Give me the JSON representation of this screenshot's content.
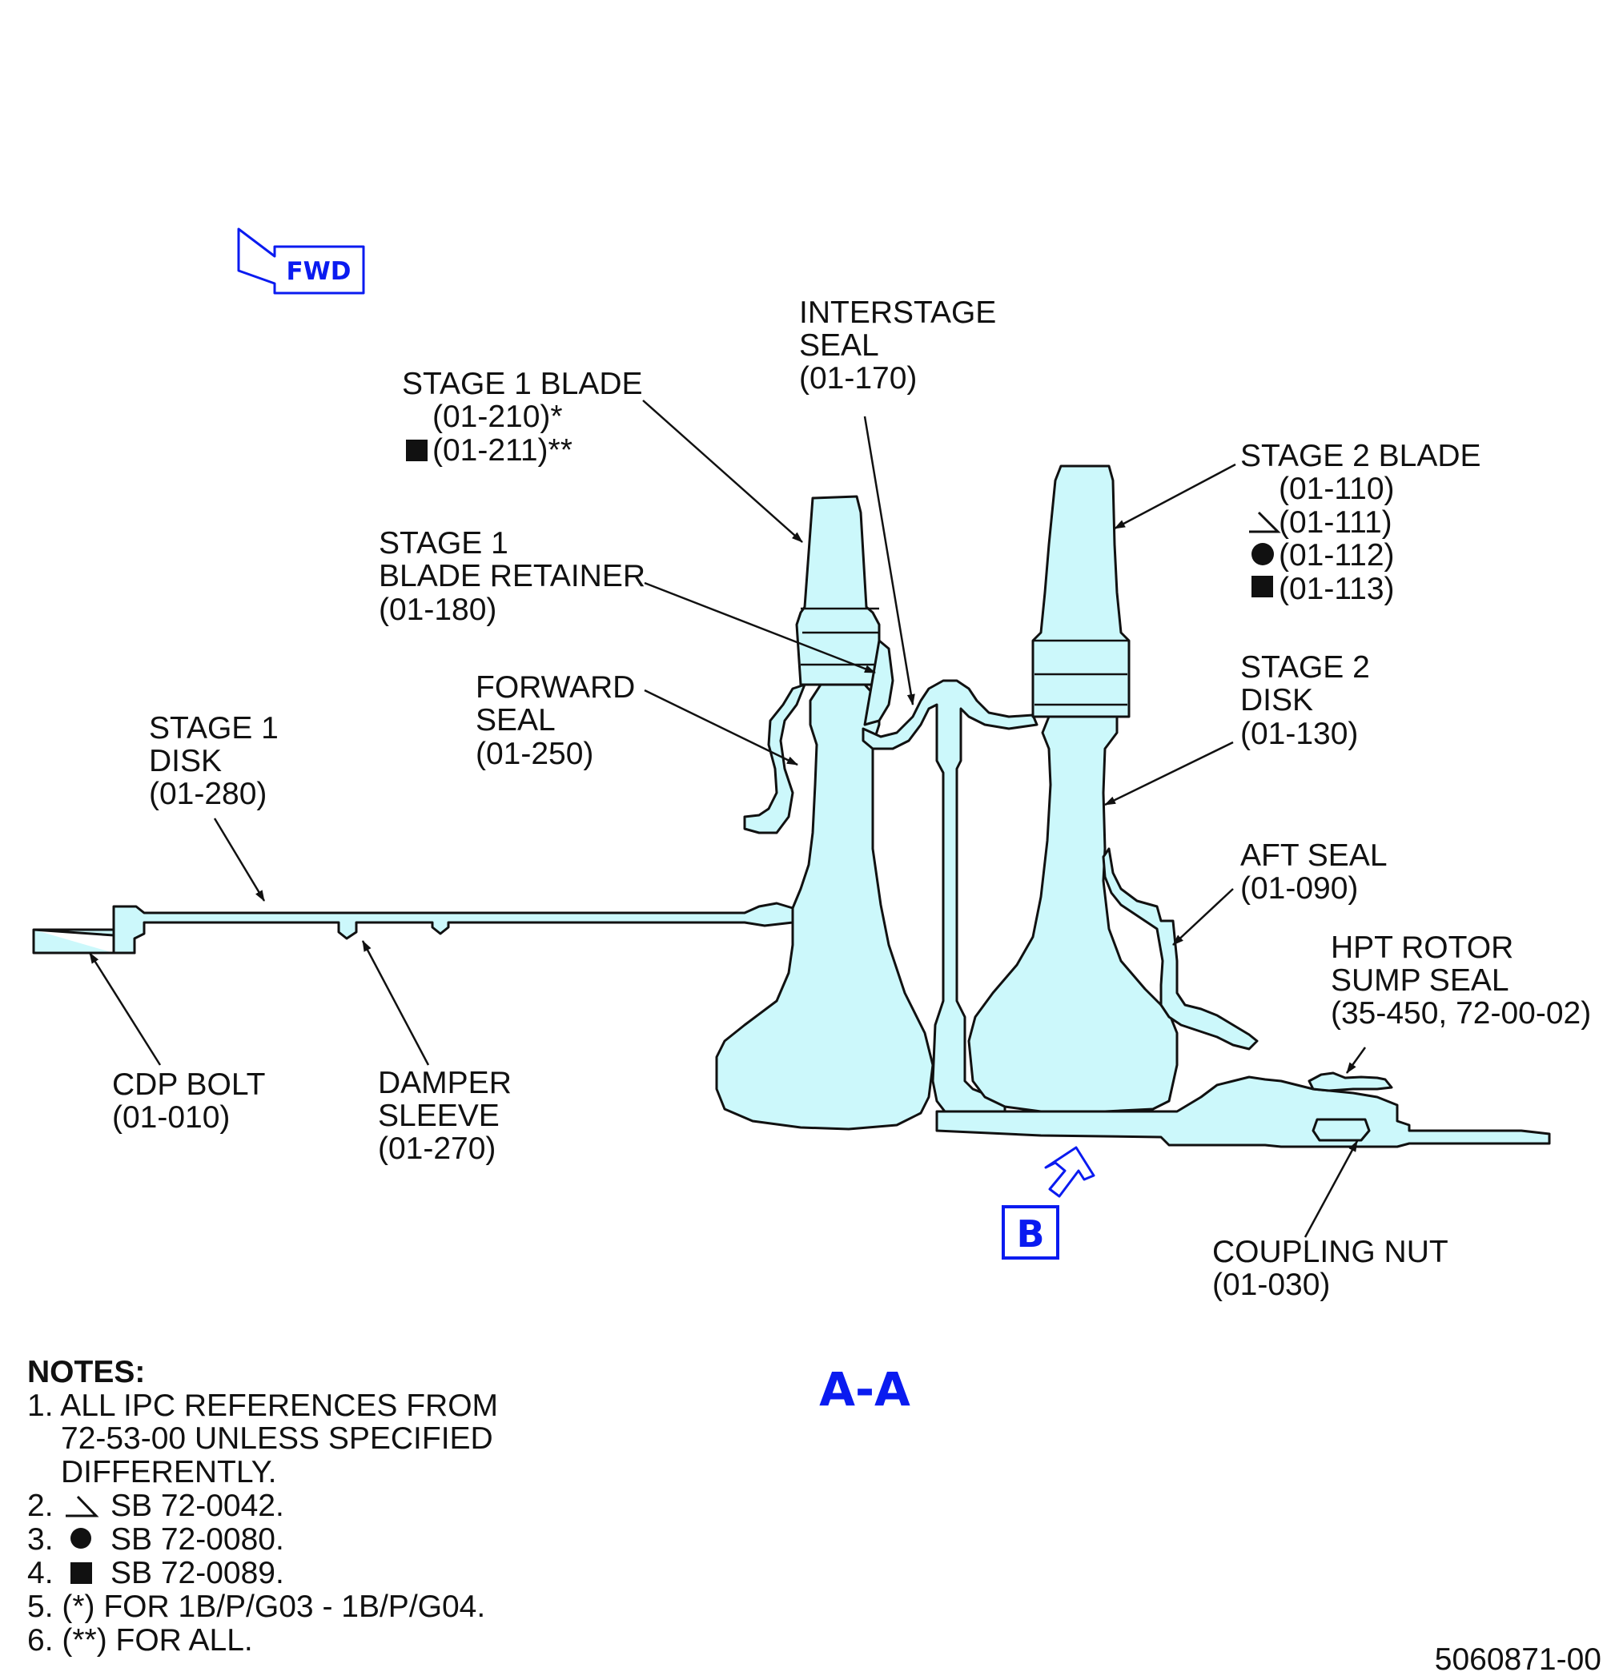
{
  "orientation": {
    "label": "FWD"
  },
  "callouts": {
    "stage1_blade": {
      "title": "STAGE 1 BLADE",
      "ref1": "(01-210)*",
      "ref2": "(01-211)**"
    },
    "interstage_seal": {
      "line1": "INTERSTAGE",
      "line2": "SEAL",
      "ref": "(01-170)"
    },
    "stage2_blade": {
      "title": "STAGE 2 BLADE",
      "refs": [
        "(01-110)",
        "(01-111)",
        "(01-112)",
        "(01-113)"
      ]
    },
    "stage1_blade_retainer": {
      "line1": "STAGE 1",
      "line2": "BLADE RETAINER",
      "ref": "(01-180)"
    },
    "forward_seal": {
      "line1": "FORWARD",
      "line2": "SEAL",
      "ref": "(01-250)"
    },
    "stage2_disk": {
      "line1": "STAGE 2",
      "line2": "DISK",
      "ref": "(01-130)"
    },
    "stage1_disk": {
      "line1": "STAGE 1",
      "line2": "DISK",
      "ref": "(01-280)"
    },
    "aft_seal": {
      "line1": "AFT SEAL",
      "ref": "(01-090)"
    },
    "hpt_rotor_sump_seal": {
      "line1": "HPT ROTOR",
      "line2": "SUMP SEAL",
      "ref": "(35-450, 72-00-02)"
    },
    "cdp_bolt": {
      "line1": "CDP BOLT",
      "ref": "(01-010)"
    },
    "damper_sleeve": {
      "line1": "DAMPER",
      "line2": "SLEEVE",
      "ref": "(01-270)"
    },
    "coupling_nut": {
      "line1": "COUPLING NUT",
      "ref": "(01-030)"
    }
  },
  "view_b": {
    "label": "B"
  },
  "section": {
    "label": "A-A"
  },
  "notes": {
    "heading": "NOTES:",
    "items": [
      "1. ALL IPC REFERENCES FROM",
      "72-53-00 UNLESS SPECIFIED",
      "DIFFERENTLY.",
      "2.",
      "SB 72-0042.",
      "3.",
      "SB 72-0080.",
      "4.",
      "SB 72-0089.",
      "5.  (*) FOR 1B/P/G03 - 1B/P/G04.",
      "6. (**) FOR ALL."
    ]
  },
  "figure_id": "5060871-00",
  "colors": {
    "part_fill": "#ccf8fb",
    "accent_blue": "#0a1bf0",
    "line": "#111111"
  }
}
